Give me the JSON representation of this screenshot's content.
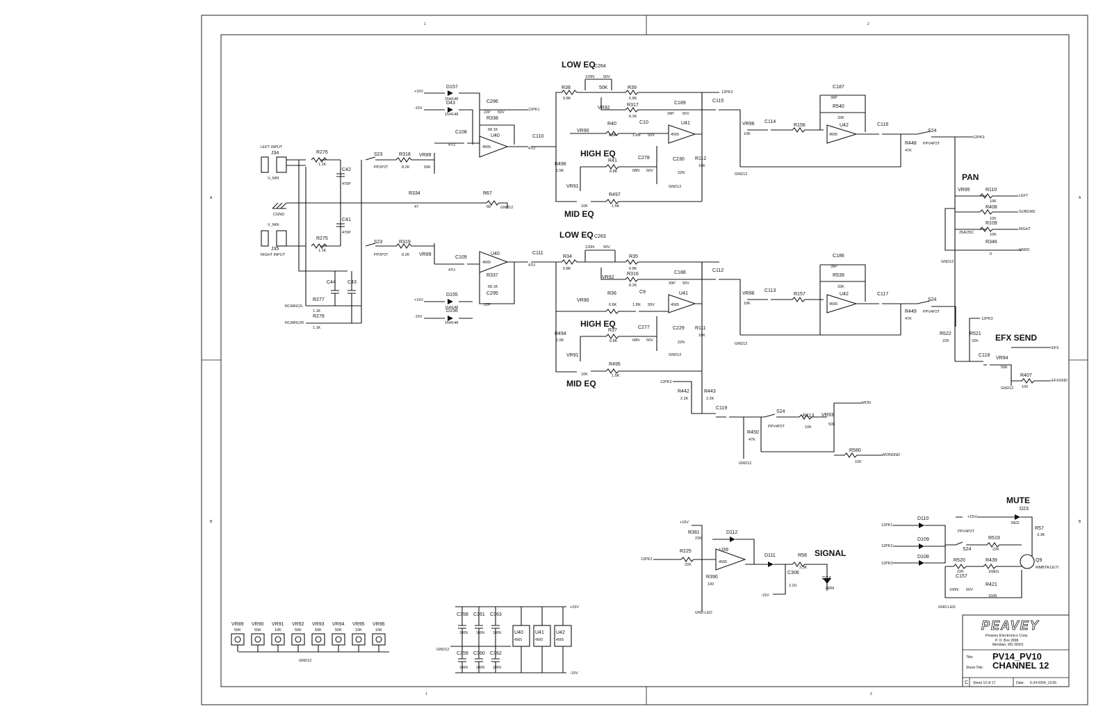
{
  "border": {
    "top_zones": [
      "1",
      "2"
    ],
    "bottom_zones": [
      "1",
      "2"
    ],
    "left_zones": [
      "A",
      "B"
    ],
    "right_zones": [
      "A",
      "B"
    ]
  },
  "section_labels": {
    "low_eq_1": "LOW EQ",
    "high_eq_1": "HIGH EQ",
    "mid_eq_1": "MID EQ",
    "low_eq_2": "LOW EQ",
    "high_eq_2": "HIGH EQ",
    "mid_eq_2": "MID EQ",
    "pan": "PAN",
    "efx_send": "EFX SEND",
    "signal": "SIGNAL",
    "mute": "MUTE"
  },
  "inputs": {
    "j34": "J34",
    "left_input": "LEFT INPUT",
    "j35": "J35",
    "right_input": "RIGHT INPUT",
    "v_nin_1": "V_NIN",
    "v_nin_2": "V_NIN",
    "cgnd": "CGND",
    "rcain12l": "RCAIN12L",
    "rcain12r": "RCAIN12R"
  },
  "components": {
    "r276": "R276",
    "r276_v": "1.1K",
    "r275": "R275",
    "r275_v": "1.1K",
    "r277": "R277",
    "r277_v": "1.1K",
    "r278": "R278",
    "r278_v": "1.1K",
    "c42": "C42",
    "c42_v": "470P",
    "c41": "C41",
    "c41_v": "470P",
    "c44": "C44",
    "c43": "C43",
    "s23a": "S23",
    "s23a_v": "PP2P2T",
    "s23b": "S23",
    "s23b_v": "PP2P2T",
    "r318": "R318",
    "r318_v": "8.2K",
    "r319": "R319",
    "r319_v": "8.2K",
    "r334": "R334",
    "r334_v": "47",
    "r67": "R67",
    "r67_v": "68",
    "vr89a": "VR89",
    "vr89_v": "50K",
    "vr89b": "VR89",
    "d157": "D157",
    "d157_v": "1N4148",
    "d43": "D43",
    "d43_v": "1N4148",
    "d155": "D155",
    "d155_v": "1N4148",
    "d156": "D156",
    "d156_v": "1N4148",
    "c296": "C296",
    "c296_v": "22P",
    "c295": "C295",
    "c295_v": "22P",
    "r338": "R338",
    "r338_v": "68.1K",
    "r337": "R337",
    "r337_v": "68.1K",
    "c108": "C108",
    "c108_v": "47U",
    "c109": "C109",
    "c109_v": "47U",
    "u40": "U40",
    "u40_v": "4565",
    "c110": "C110",
    "c110_v": "47U",
    "c111": "C111",
    "c111_v": "47U",
    "c264": "C264",
    "c264_v": "120N",
    "c263": "C263",
    "c263_v": "120N",
    "r38": "R38",
    "r38_v": "6.8K",
    "r34": "R34",
    "r34_v": "6.8K",
    "r39": "R39",
    "r39_v": "6.8K",
    "r35": "R35",
    "r35_v": "6.8K",
    "vr92": "VR92",
    "vr92_v": "50K",
    "r317": "R317",
    "r317_v": "8.2K",
    "r316": "R316",
    "r316_v": "8.2K",
    "c189": "C189",
    "c189_v": "39P",
    "c188": "C188",
    "c188_v": "39P",
    "u41": "U41",
    "u41_v": "4565",
    "vr90": "VR90",
    "vr90_v": "50K",
    "r40": "R40",
    "r40_v": "6.8K",
    "r36": "R36",
    "r36_v": "6.8K",
    "c10": "C10",
    "c10_v": "1.8N",
    "c9": "C9",
    "c9_v": "1.8N",
    "r496": "R496",
    "r496_v": "1.5K",
    "r494": "R494",
    "r494_v": "1.5K",
    "r41": "R41",
    "r41_v": "6.8K",
    "r37": "R37",
    "r37_v": "6.8K",
    "c278": "C278",
    "c278_v": "68N",
    "c277": "C277",
    "c277_v": "68N",
    "c230": "C230",
    "c230_v": "22N",
    "c229": "C229",
    "c229_v": "22N",
    "r112": "R112",
    "r112_v": "10K",
    "r111": "R111",
    "r111_v": "10K",
    "vr91": "VR91",
    "vr91_v": "10K",
    "r497": "R497",
    "r497_v": "1.5K",
    "r495": "R495",
    "r495_v": "1.5K",
    "c115": "C115",
    "c112": "C112",
    "vr96": "VR96",
    "vr96_v": "10K",
    "c114": "C114",
    "c113": "C113",
    "r156": "R156",
    "r157": "R157",
    "c187": "C187",
    "c186": "C186",
    "r540": "R540",
    "r540_v": "33K",
    "r539": "R539",
    "r539_v": "33K",
    "u42": "U42",
    "u42_v": "4565",
    "c116": "C116",
    "c117": "C117",
    "r448": "R448",
    "r448_v": "47K",
    "r449": "R449",
    "r449_v": "47K",
    "s24a": "S24",
    "s24_v": "PPV4P2T",
    "s24b": "S24",
    "vr95": "VR95",
    "r110": "R110",
    "r110_v": "10K",
    "r408": "R408",
    "r408_v": "100",
    "r109": "R109",
    "r109_v": "10K",
    "r346": "R346",
    "r346_v": "0",
    "vr95_v": "25A/25C",
    "r522": "R522",
    "r522_v": "22K",
    "r521": "R521",
    "r521_v": "22K",
    "c118": "C118",
    "vr94": "VR94",
    "vr94_v": "50K",
    "r407": "R407",
    "r407_v": "100",
    "r442": "R442",
    "r442_v": "2.2K",
    "r443": "R443",
    "r443_v": "2.2K",
    "c119": "C119",
    "s24c": "S24",
    "r113": "R113",
    "r113_v": "10K",
    "vr93": "VR93",
    "vr93_v": "50K",
    "r450": "R450",
    "r450_v": "47K",
    "r580": "R580",
    "r580_v": "100",
    "r381": "R381",
    "r381_v": "22K",
    "r225": "R225",
    "r225_v": "22K",
    "r390": "R390",
    "r390_v": "100",
    "d112": "D112",
    "u39": "U39",
    "u39_v": "4565",
    "d111": "D111",
    "r58": "R58",
    "r58_v": "3.3K",
    "c306": "C306",
    "c306_v": "2.2U",
    "d24": "D24",
    "d24_v": "GRN",
    "d23": "D23",
    "d23_v": "RED",
    "d110": "D110",
    "d109": "D109",
    "d108": "D108",
    "r57": "R57",
    "r57_v": "3.3K",
    "r519": "R519",
    "r519_v": "22K",
    "r520": "R520",
    "r520_v": "22K",
    "r439": "R439",
    "r439_v": "1MEG",
    "c157": "C157",
    "c157_v": "100N",
    "r421": "R421",
    "r421_v": "150K",
    "q9": "Q9",
    "q9_v": "MMBTA13LTI",
    "s24d": "S24",
    "s24d_v": "PPV4P2T"
  },
  "nets": {
    "p15v": "+15V",
    "m15v": "-15V",
    "gnd12": "GND12",
    "gnd_led": "GND-LED",
    "12pk1": "12PK1",
    "12pk2": "12PK2",
    "12pk3": "12PK3",
    "left": "LEFT",
    "subgnd": "SUBGND",
    "right": "RIGHT",
    "gnd0": "GND0",
    "efx": "EFX",
    "efxgnd": "EFXGND",
    "mon": "MON",
    "mongnd": "MONGND"
  },
  "pot_strip": {
    "items": [
      {
        "name": "VR89",
        "value": "50K"
      },
      {
        "name": "VR90",
        "value": "50K"
      },
      {
        "name": "VR91",
        "value": "10K"
      },
      {
        "name": "VR92",
        "value": "50K"
      },
      {
        "name": "VR93",
        "value": "50K"
      },
      {
        "name": "VR94",
        "value": "50K"
      },
      {
        "name": "VR95",
        "value": "10K"
      },
      {
        "name": "VR96",
        "value": "10K"
      }
    ],
    "gnd": "GND12"
  },
  "decoupling": {
    "caps_top": [
      "C358",
      "C361",
      "C363"
    ],
    "caps_bottom": [
      "C359",
      "C360",
      "C362"
    ],
    "value": "100N",
    "ics": [
      "U40",
      "U41",
      "U42"
    ],
    "ic_value": "4565"
  },
  "title_block": {
    "logo": "PEAVEY",
    "company": "Peavey Electronics Corp.",
    "address1": "P. O. Box 2898",
    "address2": "Meridian, MS 39301",
    "title_label": "Title:",
    "title": "PV14_PV10",
    "sheet_title_label": "Sheet Title:",
    "sheet_title": "CHANNEL 12",
    "rev": "C",
    "sheet": "Sheet 13 of 17",
    "date_label": "Date:",
    "date": "6-24-2004_13:55"
  }
}
